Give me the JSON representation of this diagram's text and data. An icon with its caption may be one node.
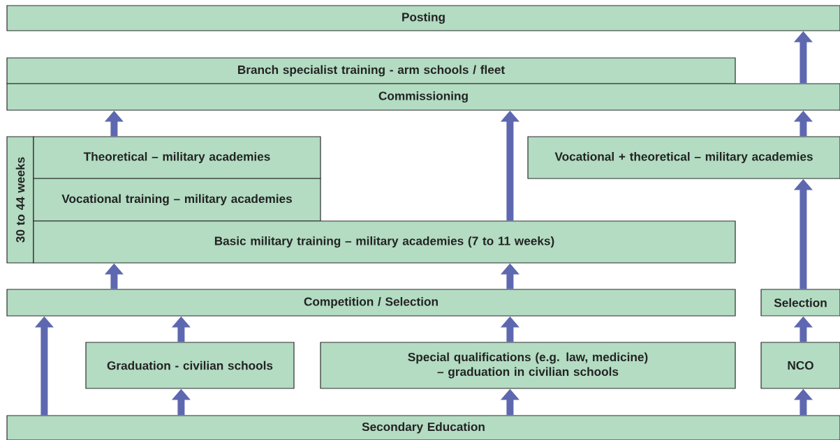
{
  "diagram": {
    "nodes": [
      {
        "text": [
          "Posting"
        ]
      },
      {
        "text": [
          "Branch specialist training - arm schools / fleet"
        ]
      },
      {
        "text": [
          "Commissioning"
        ]
      },
      {
        "text": [
          "30 to 44 weeks"
        ]
      },
      {
        "text": [
          "Theoretical – military academies"
        ]
      },
      {
        "text": [
          "Vocational training – military academies"
        ]
      },
      {
        "text": [
          "Basic military training – military academies (7 to 11 weeks)"
        ]
      },
      {
        "text": [
          "Vocational + theoretical – military academies"
        ]
      },
      {
        "text": [
          "Competition / Selection"
        ]
      },
      {
        "text": [
          "Selection"
        ]
      },
      {
        "text": [
          "Graduation - civilian schools"
        ]
      },
      {
        "text": [
          "Special qualifications (e.g. law, medicine) – graduation in civilian schools"
        ]
      },
      {
        "text": [
          "NCO"
        ]
      },
      {
        "text": [
          "Secondary Education"
        ]
      }
    ],
    "edges": [
      {
        "from": 13,
        "to": 8,
        "arrow": "to"
      },
      {
        "from": 13,
        "to": 10,
        "arrow": "to"
      },
      {
        "from": 10,
        "to": 8,
        "arrow": "to"
      },
      {
        "from": 13,
        "to": 11,
        "arrow": "to"
      },
      {
        "from": 11,
        "to": 8,
        "arrow": "to"
      },
      {
        "from": 13,
        "to": 12,
        "arrow": "to"
      },
      {
        "from": 12,
        "to": 9,
        "arrow": "to"
      },
      {
        "from": 8,
        "to": 6,
        "arrow": "to"
      },
      {
        "from": 8,
        "to": 6,
        "arrow": "to"
      },
      {
        "from": 9,
        "to": 7,
        "arrow": "to"
      },
      {
        "from": 6,
        "to": 2,
        "arrow": "to"
      },
      {
        "from": 4,
        "to": 2,
        "arrow": "to"
      },
      {
        "from": 7,
        "to": 2,
        "arrow": "to"
      },
      {
        "from": 2,
        "to": 0,
        "arrow": "to"
      }
    ]
  }
}
